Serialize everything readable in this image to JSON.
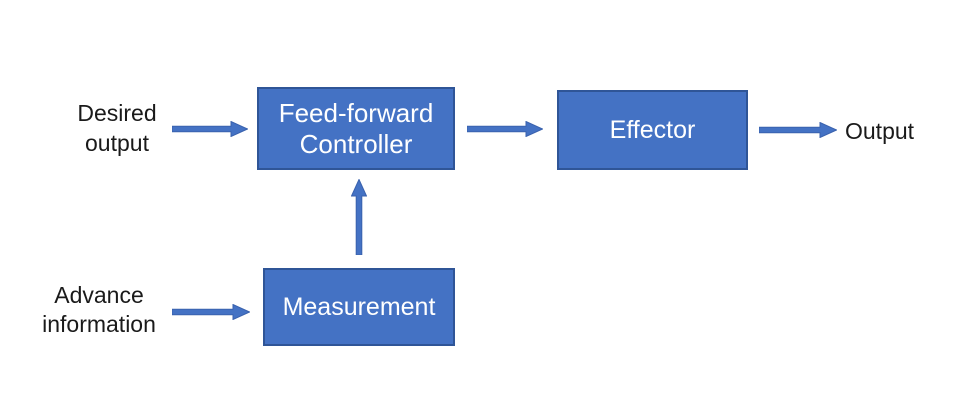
{
  "colors": {
    "background": "#FFFFFF",
    "box_fill": "#4472C4",
    "box_border": "#2F5597",
    "box_text": "#FFFFFF",
    "arrow_fill": "#4472C4",
    "arrow_edge": "#3A62AE",
    "label_text": "#1A1A1A"
  },
  "nodes": {
    "controller": {
      "label": "Feed-forward\nController"
    },
    "effector": {
      "label": "Effector"
    },
    "measurement": {
      "label": "Measurement"
    }
  },
  "labels": {
    "desired_output": "Desired\noutput",
    "advance_information": "Advance\ninformation",
    "output": "Output"
  }
}
